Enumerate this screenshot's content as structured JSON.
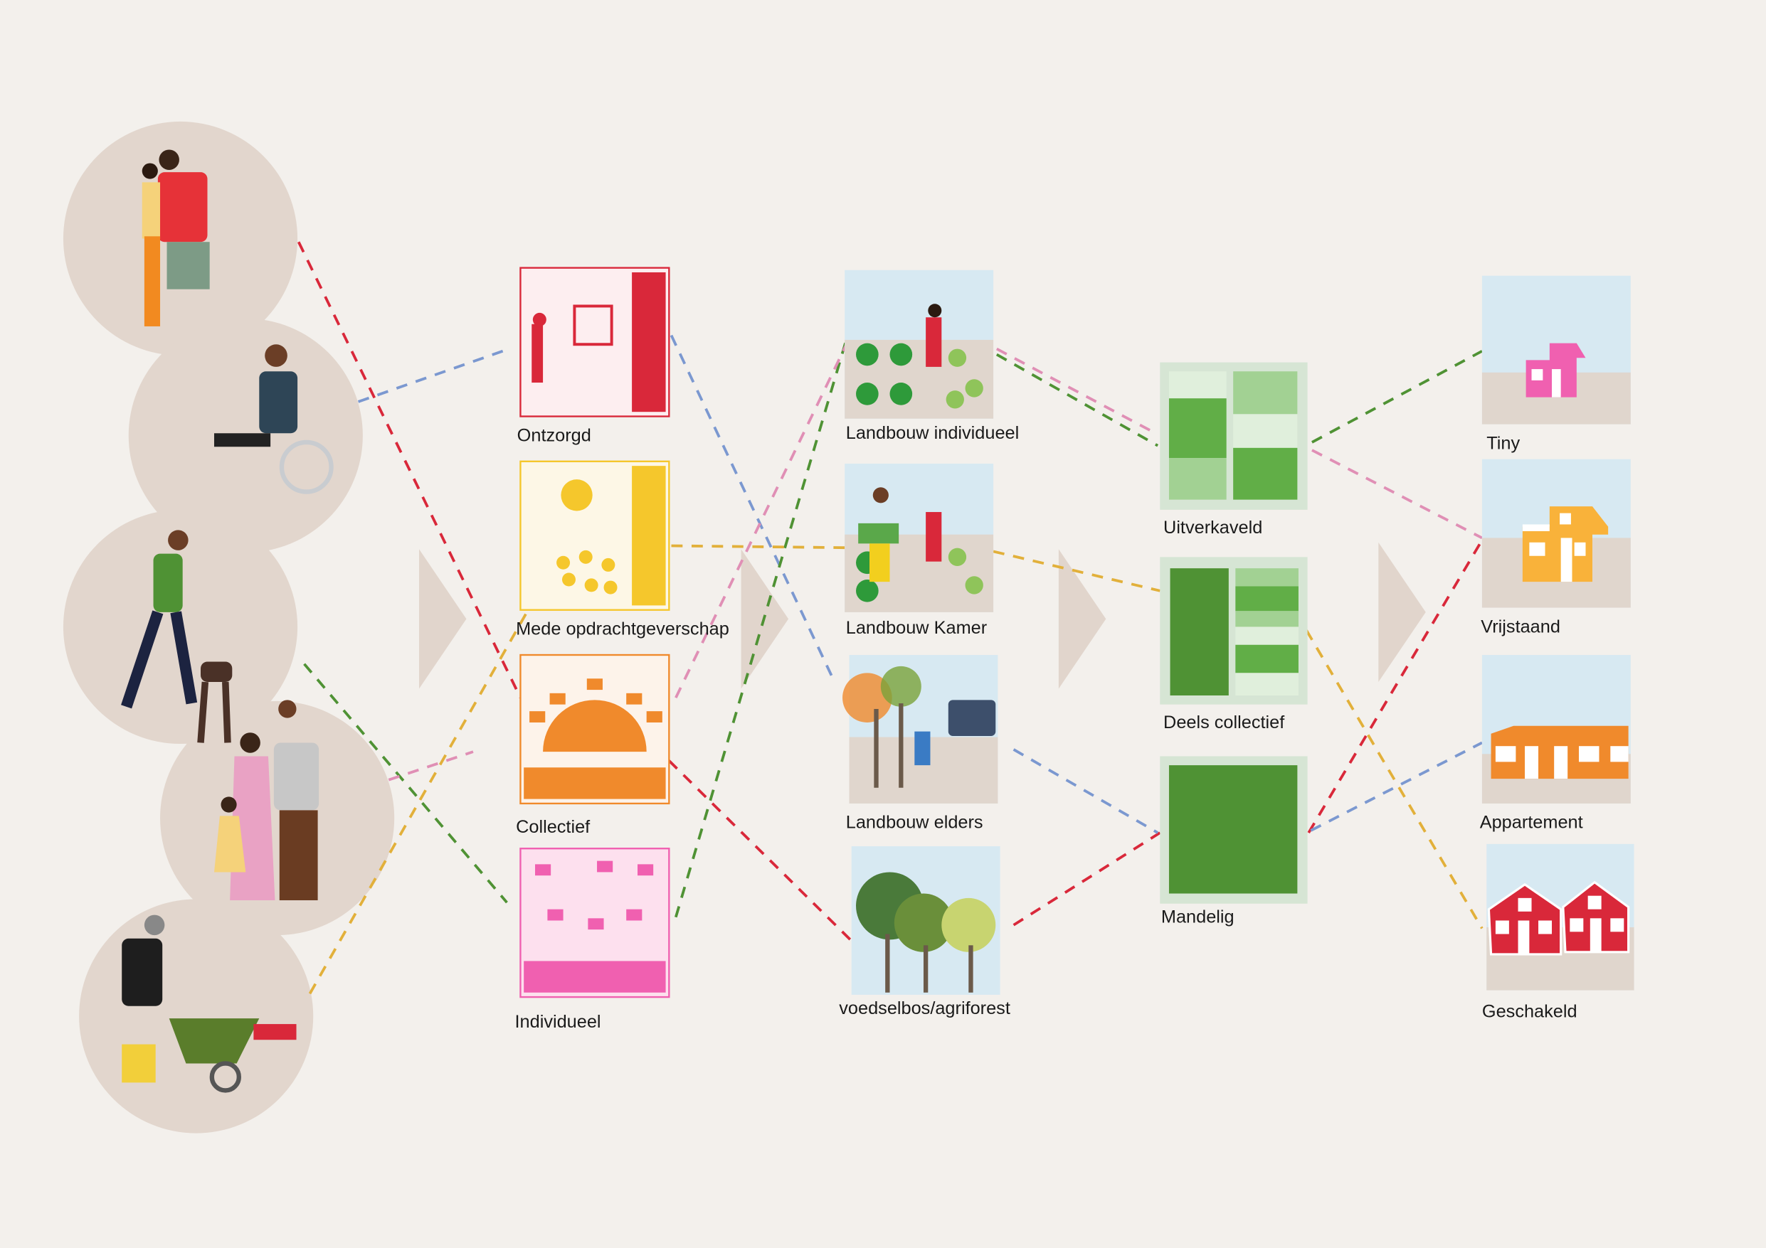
{
  "colors": {
    "background": "#f3f0ec",
    "circle": "#e2d6cd",
    "arrow": "#e1d5cc",
    "red": "#d9283a",
    "blue": "#7b98d0",
    "green": "#4f9234",
    "pink": "#e08fb5",
    "yellow": "#e2b03a",
    "orange": "#f08a2c"
  },
  "organisation": [
    {
      "label": "Ontzorgd"
    },
    {
      "label": "Mede opdrachtgeverschap"
    },
    {
      "label": "Collectief"
    },
    {
      "label": "Individueel"
    }
  ],
  "agriculture": [
    {
      "label": "Landbouw individueel"
    },
    {
      "label": "Landbouw Kamer"
    },
    {
      "label": "Landbouw elders"
    },
    {
      "label": "voedselbos/agriforest"
    }
  ],
  "land": [
    {
      "label": "Uitverkaveld"
    },
    {
      "label": "Deels collectief"
    },
    {
      "label": "Mandelig"
    }
  ],
  "housing": [
    {
      "label": "Tiny"
    },
    {
      "label": "Vrijstaand"
    },
    {
      "label": "Appartement"
    },
    {
      "label": "Geschakeld"
    }
  ]
}
